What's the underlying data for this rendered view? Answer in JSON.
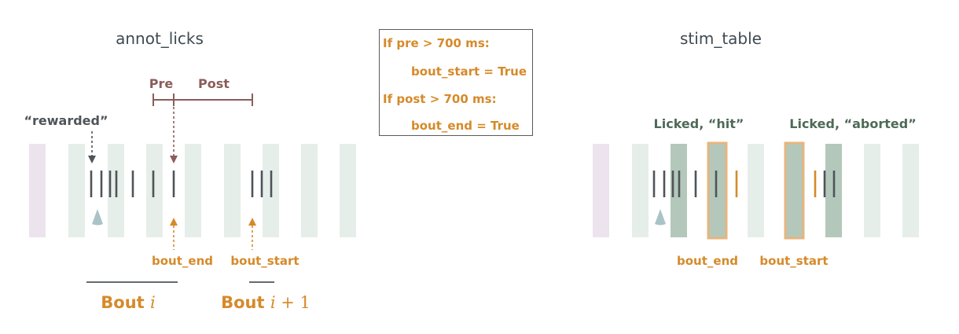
{
  "left_panel": {
    "title": "annot_licks",
    "pre_label": "Pre",
    "post_label": "Post",
    "rewarded_label": "“rewarded”",
    "bout_end_label": "bout_end",
    "bout_start_label": "bout_start",
    "bout_i_prefix": "Bout ",
    "bout_i_var": "i",
    "bout_next_prefix": "Bout ",
    "bout_next_var": "i",
    "bout_next_suffix": " + 1"
  },
  "rule_box": {
    "lines": [
      "If pre > 700 ms:",
      "bout_start = True",
      "If post > 700 ms:",
      "bout_end = True"
    ]
  },
  "right_panel": {
    "title": "stim_table",
    "licked_hit_label": "Licked, “hit”",
    "licked_aborted_label": "Licked, “aborted”",
    "bout_end_label": "bout_end",
    "bout_start_label": "bout_start"
  },
  "colors": {
    "orange": "#d68a2a",
    "brown": "#8b5d5a",
    "text_dark": "#3f4a51",
    "green_text": "#4e6a58",
    "stripe_light": "#e6eee9",
    "stripe_dark": "#b3c8bb",
    "stripe_purple": "#ece3ef",
    "lick_tick": "#4f5459",
    "reward_drop": "#a9c4c7"
  }
}
